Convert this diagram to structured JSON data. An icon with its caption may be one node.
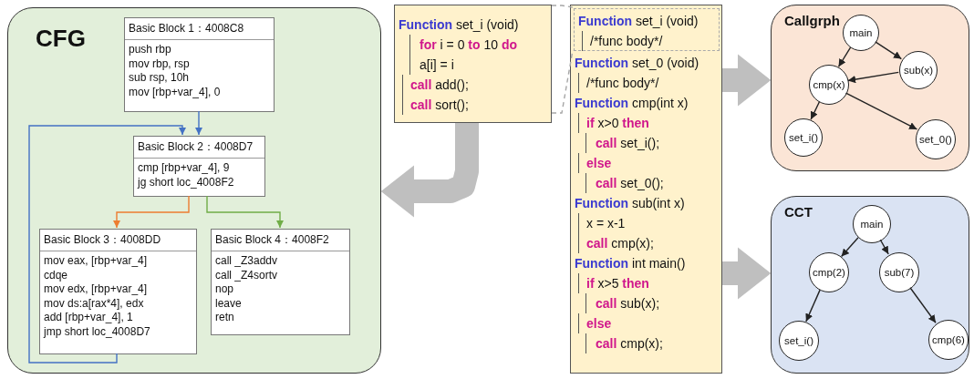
{
  "diagram": {
    "nodes": [
      {
        "text": [
          "CFG"
        ]
      },
      {
        "text": [
          "Basic Block 1：4008C8",
          "push rbp",
          "mov rbp, rsp",
          "sub rsp, 10h",
          "mov [rbp+var_4], 0"
        ],
        "in": 0
      },
      {
        "text": [
          "Basic Block 2：4008D7",
          "cmp [rbp+var_4], 9",
          "jg short loc_4008F2"
        ],
        "in": 0
      },
      {
        "text": [
          "Basic Block 3：4008DD",
          "mov eax, [rbp+var_4]",
          "cdqe",
          "mov edx, [rbp+var_4]",
          "mov ds:a[rax*4], edx",
          "add [rbp+var_4], 1",
          "jmp short loc_4008D7"
        ],
        "in": 0
      },
      {
        "text": [
          "Basic Block 4：4008F2",
          "call _Z3addv",
          "call _Z4sortv",
          "nop",
          "leave",
          "retn"
        ],
        "in": 0
      },
      {
        "text": [
          "**Function** set_i (void)",
          "**for** i = 0 **to** 10 **do**",
          "a[i] = i",
          "**call** add();",
          "**call** sort();"
        ]
      },
      {
        "text": [
          "**Function** set_0 (void)",
          "/*func body*/",
          "**Function** cmp(int x)",
          "**if** x>0 **then**",
          "**call** set_i();",
          "**else**",
          "**call** set_0();",
          "**Function** sub(int x)",
          "x = x-1",
          "**call** cmp(x);",
          "**Function** int main()",
          "**if** x>5 **then**",
          "**call** sub(x);",
          "**else**",
          "**call** cmp(x);"
        ]
      },
      {
        "text": [
          "**Function** set_i (void)",
          "/*func body*/"
        ],
        "in": 6
      },
      {
        "text": [
          "Callgrph"
        ]
      },
      {
        "text": [
          "main"
        ],
        "in": 8
      },
      {
        "text": [
          "sub(x)"
        ],
        "in": 8
      },
      {
        "text": [
          "cmp(x)"
        ],
        "in": 8
      },
      {
        "text": [
          "set_i()"
        ],
        "in": 8
      },
      {
        "text": [
          "set_0()"
        ],
        "in": 8
      },
      {
        "text": [
          "CCT"
        ]
      },
      {
        "text": [
          "main"
        ],
        "in": 14
      },
      {
        "text": [
          "cmp(2)"
        ],
        "in": 14
      },
      {
        "text": [
          "sub(7)"
        ],
        "in": 14
      },
      {
        "text": [
          "set_i()"
        ],
        "in": 14
      },
      {
        "text": [
          "cmp(6)"
        ],
        "in": 14
      }
    ],
    "edges": [
      {
        "from": 1,
        "to": 2,
        "arrow": "to",
        "color": "#4472c4"
      },
      {
        "from": 2,
        "to": 3,
        "arrow": "to",
        "color": "#ed7d31"
      },
      {
        "from": 2,
        "to": 4,
        "arrow": "to",
        "color": "#70ad47"
      },
      {
        "from": 3,
        "to": 2,
        "arrow": "to",
        "color": "#4472c4"
      },
      {
        "from": 5,
        "to": 7,
        "arrow": "none",
        "style": "dashed",
        "color": "#a6a6a6"
      },
      {
        "from": 5,
        "to": 7,
        "arrow": "none",
        "style": "dashed",
        "color": "#a6a6a6"
      },
      {
        "from": 5,
        "to": 0,
        "arrow": "to",
        "style": "thick",
        "color": "#bfbfbf"
      },
      {
        "from": 6,
        "to": 8,
        "arrow": "to",
        "style": "thick",
        "color": "#bfbfbf"
      },
      {
        "from": 6,
        "to": 14,
        "arrow": "to",
        "style": "thick",
        "color": "#bfbfbf"
      },
      {
        "from": 9,
        "to": 11,
        "arrow": "to"
      },
      {
        "from": 9,
        "to": 10,
        "arrow": "to"
      },
      {
        "from": 10,
        "to": 11,
        "arrow": "to"
      },
      {
        "from": 11,
        "to": 12,
        "arrow": "to"
      },
      {
        "from": 11,
        "to": 13,
        "arrow": "to"
      },
      {
        "from": 15,
        "to": 16,
        "arrow": "to"
      },
      {
        "from": 15,
        "to": 17,
        "arrow": "to"
      },
      {
        "from": 16,
        "to": 18,
        "arrow": "to"
      },
      {
        "from": 17,
        "to": 19,
        "arrow": "to"
      }
    ]
  }
}
